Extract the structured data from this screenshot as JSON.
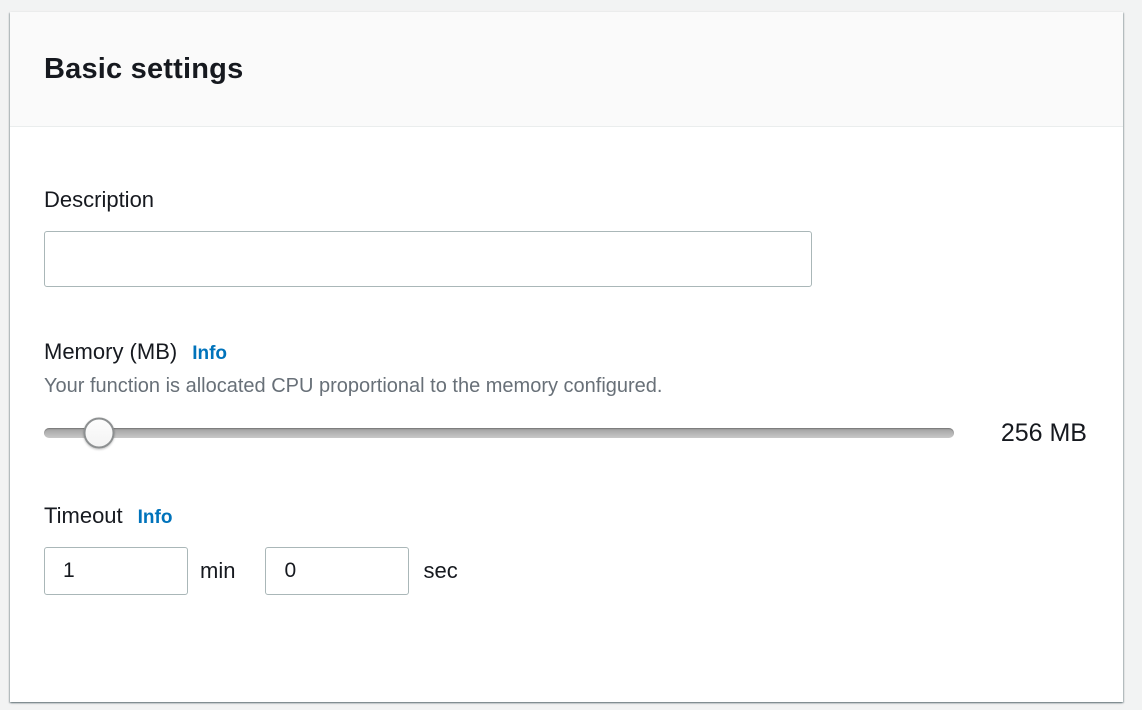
{
  "panel": {
    "title": "Basic settings"
  },
  "description": {
    "label": "Description",
    "value": "",
    "placeholder": ""
  },
  "memory": {
    "label": "Memory (MB)",
    "info_label": "Info",
    "helper": "Your function is allocated CPU proportional to the memory configured.",
    "value_display": "256 MB",
    "slider_percent": 6
  },
  "timeout": {
    "label": "Timeout",
    "info_label": "Info",
    "minutes_value": "1",
    "minutes_unit": "min",
    "seconds_value": "0",
    "seconds_unit": "sec"
  },
  "colors": {
    "accent_link": "#0073bb",
    "text_dark": "#16191f",
    "text_muted": "#687078",
    "input_border": "#aab7b8",
    "header_background": "#fafafa",
    "divider": "#eaeded",
    "page_background": "#f2f3f3"
  }
}
